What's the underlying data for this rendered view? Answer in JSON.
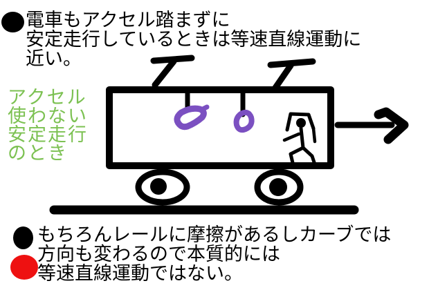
{
  "colors": {
    "ink": "#000000",
    "green": "#7cc152",
    "purple": "#7b50c1",
    "red": "#ee1111",
    "paper": "#ffffff"
  },
  "top_note": {
    "bullet": "black-dot",
    "lines": [
      "電車もアクセル踏まずに",
      "安定走行しているときは等速直線運動に",
      "近い。"
    ]
  },
  "side_label": {
    "color_name": "green",
    "lines": [
      "アクセル",
      "使わない",
      "安定走行",
      "のとき"
    ]
  },
  "bottom_note": {
    "bullets": [
      "black-dot",
      "red-dot"
    ],
    "lines": [
      "もちろんレールに摩擦があるしカーブでは",
      "方向も変わるので本質的には",
      "等速直線運動ではない。"
    ]
  },
  "diagram": {
    "icons": [
      "train-car-body",
      "pantograph-left",
      "pantograph-right",
      "hanging-strap-left",
      "hanging-strap-right",
      "passenger-stick-figure",
      "wheel-left",
      "wheel-right",
      "rail-line",
      "velocity-arrow-right"
    ]
  }
}
